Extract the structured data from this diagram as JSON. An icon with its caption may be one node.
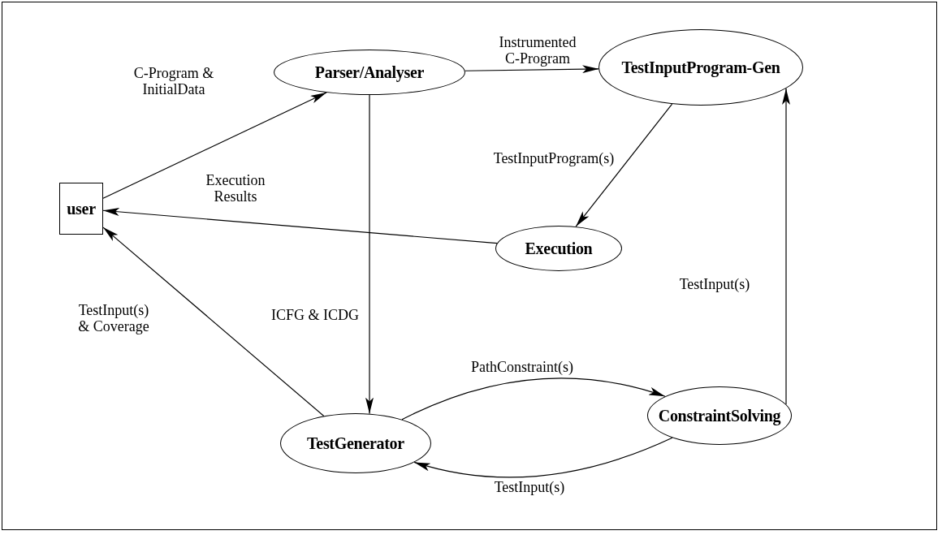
{
  "diagram": {
    "nodes": [
      {
        "text": [
          "user"
        ]
      },
      {
        "text": [
          "Parser/Analyser"
        ]
      },
      {
        "text": [
          "TestInputProgram-Gen"
        ]
      },
      {
        "text": [
          "Execution"
        ]
      },
      {
        "text": [
          "TestGenerator"
        ]
      },
      {
        "text": [
          "ConstraintSolving"
        ]
      }
    ],
    "edges": [
      {
        "from": 0,
        "to": 1,
        "arrow": "to",
        "label": "C-Program & InitialData"
      },
      {
        "from": 1,
        "to": 2,
        "arrow": "to",
        "label": "Instrumented C-Program"
      },
      {
        "from": 2,
        "to": 3,
        "arrow": "to",
        "label": "TestInputProgram(s)"
      },
      {
        "from": 3,
        "to": 0,
        "arrow": "to",
        "label": "Execution Results"
      },
      {
        "from": 1,
        "to": 4,
        "arrow": "to",
        "label": "ICFG & ICDG"
      },
      {
        "from": 4,
        "to": 0,
        "arrow": "to",
        "label": "TestInput(s) & Coverage"
      },
      {
        "from": 4,
        "to": 5,
        "arrow": "to",
        "label": "PathConstraint(s)"
      },
      {
        "from": 5,
        "to": 4,
        "arrow": "to",
        "label": "TestInput(s)"
      },
      {
        "from": 5,
        "to": 2,
        "arrow": "to",
        "label": "TestInput(s)"
      }
    ]
  }
}
